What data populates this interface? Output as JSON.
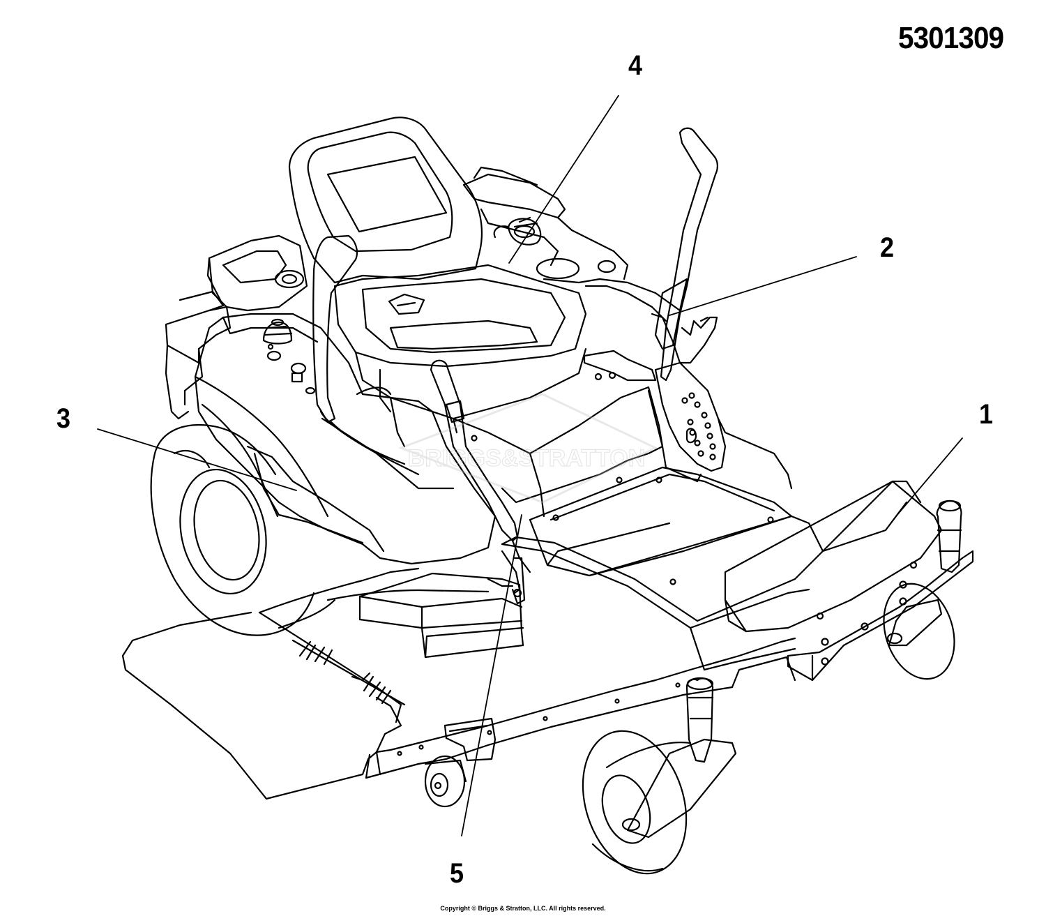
{
  "part_number": "5301309",
  "callouts": [
    {
      "id": "1",
      "label": "1"
    },
    {
      "id": "2",
      "label": "2"
    },
    {
      "id": "3",
      "label": "3"
    },
    {
      "id": "4",
      "label": "4"
    },
    {
      "id": "5",
      "label": "5"
    }
  ],
  "watermark_text": "BRIGGS&STRATTON",
  "copyright": "Copyright © Briggs & Stratton, LLC. All rights reserved.",
  "colors": {
    "line": "#000000",
    "background": "#ffffff",
    "watermark": "#d8d8d8"
  }
}
